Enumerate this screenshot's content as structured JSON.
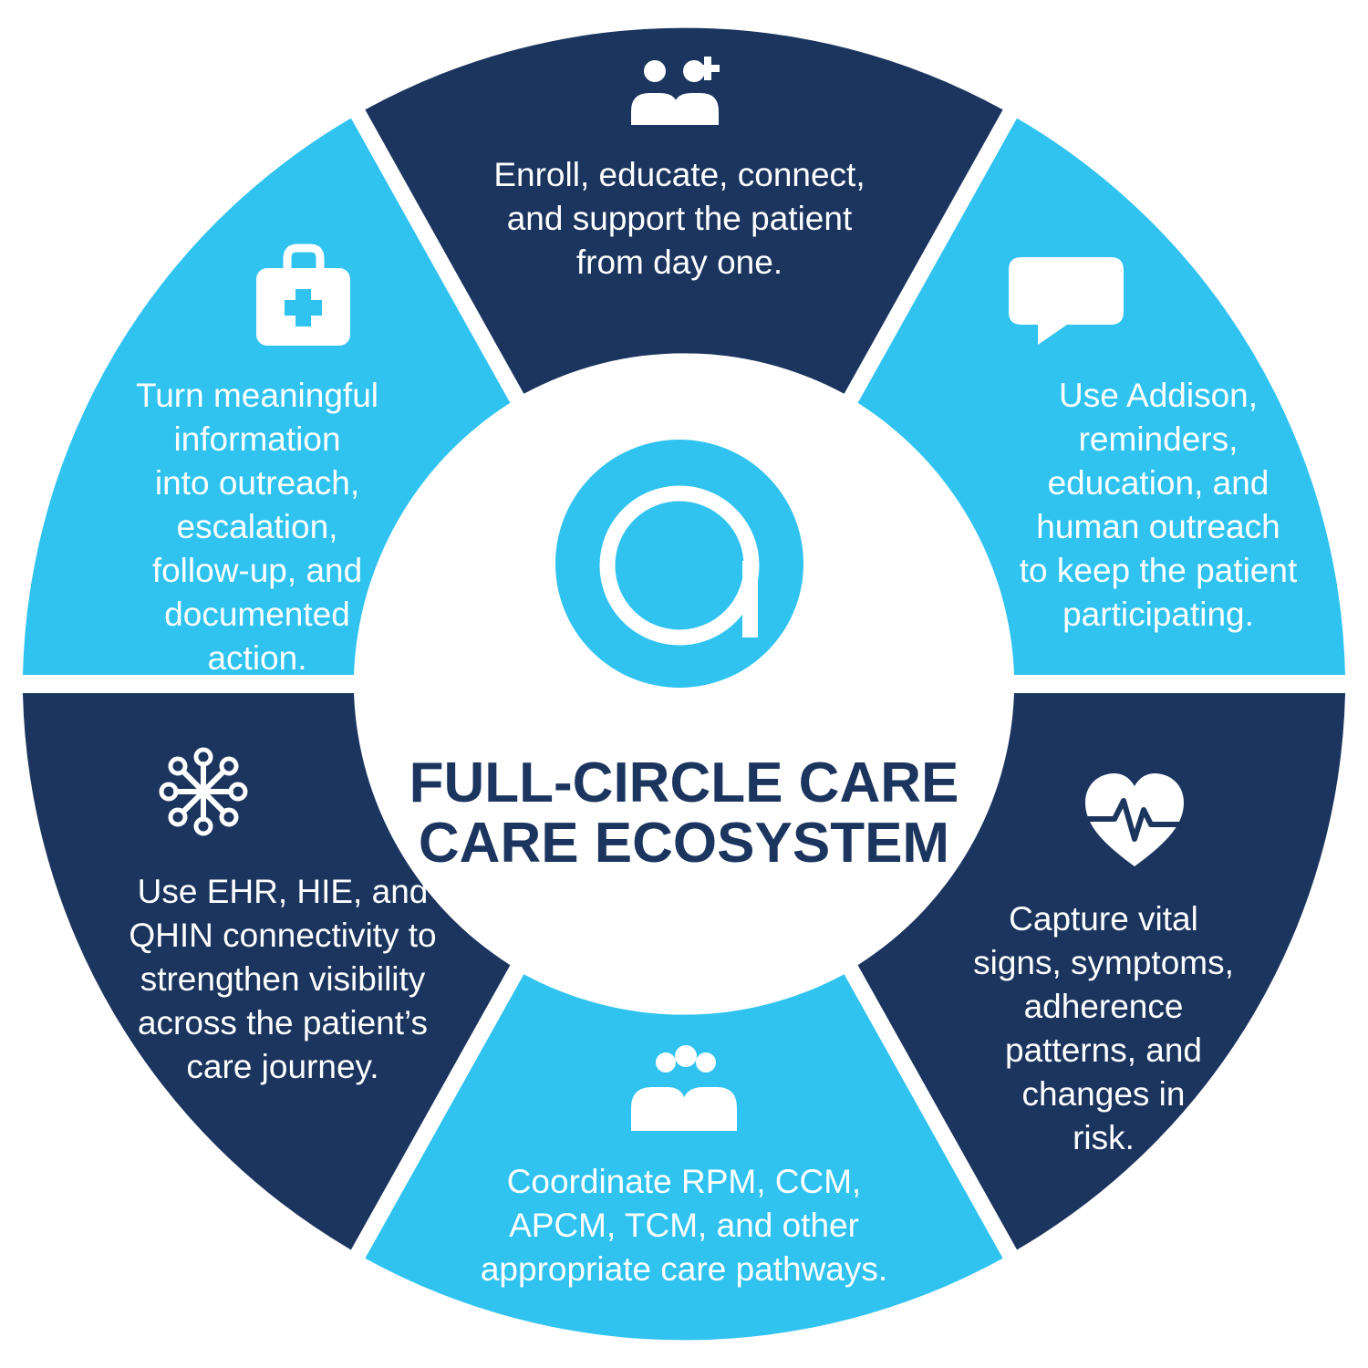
{
  "colors": {
    "navy": "#1b355f",
    "sky": "#30c3f0",
    "white": "#ffffff",
    "title": "#1b355f"
  },
  "center": {
    "logo_icon": "letter-a-circle-logo",
    "title": "FULL-CIRCLE CARE\nCARE ECOSYSTEM"
  },
  "segments": [
    {
      "id": "top",
      "color": "navy",
      "icon": "add-person-icon",
      "text": "Enroll, educate, connect,\nand support the patient\nfrom day one."
    },
    {
      "id": "right",
      "color": "sky",
      "icon": "chat-bubble-icon",
      "text": "Use Addison,\nreminders,\neducation, and\nhuman outreach\nto keep the patient\nparticipating."
    },
    {
      "id": "bottomright",
      "color": "navy",
      "icon": "heart-pulse-icon",
      "text": "Capture vital\nsigns, symptoms,\nadherence\npatterns, and\nchanges in\nrisk."
    },
    {
      "id": "bottom",
      "color": "sky",
      "icon": "people-group-icon",
      "text": "Coordinate RPM, CCM,\nAPCM, TCM, and other\nappropriate care pathways."
    },
    {
      "id": "bottomleft",
      "color": "navy",
      "icon": "network-hub-icon",
      "text": "Use EHR, HIE, and\nQHIN connectivity to\nstrengthen visibility\nacross the patient’s\ncare journey."
    },
    {
      "id": "left",
      "color": "sky",
      "icon": "medical-kit-icon",
      "text": "Turn meaningful\ninformation\ninto outreach,\nescalation,\nfollow-up, and\ndocumented\naction."
    }
  ]
}
